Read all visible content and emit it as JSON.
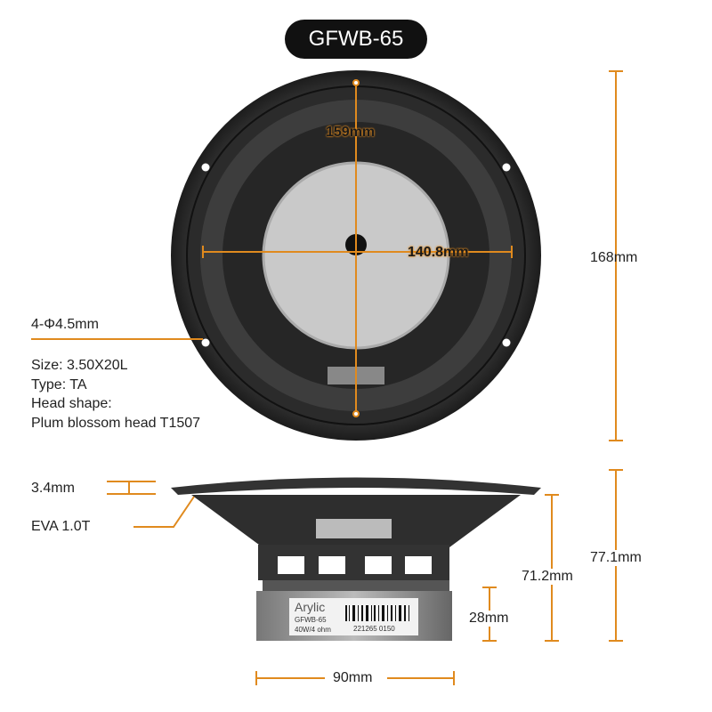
{
  "title": "GFWB-65",
  "colors": {
    "accent": "#e08a1e",
    "pill": "#111111"
  },
  "front_view": {
    "diameter_label": "159mm",
    "cutout_label": "140.8mm",
    "height_label": "168mm",
    "mount_hole_label": "4-Φ4.5mm",
    "screw_specs": [
      "Size: 3.50X20L",
      "Type: TA",
      "Head shape:",
      "Plum blossom head T1507"
    ]
  },
  "side_view": {
    "flange_label": "3.4mm",
    "gasket_label": "EVA 1.0T",
    "depth_label": "71.2mm",
    "total_depth_label": "77.1mm",
    "magnet_height_label": "28mm",
    "magnet_diameter_label": "90mm",
    "sticker": {
      "brand": "Arylic",
      "model": "GFWB-65",
      "rating": "40W/4 ohm",
      "serial": "221265 0150"
    }
  }
}
